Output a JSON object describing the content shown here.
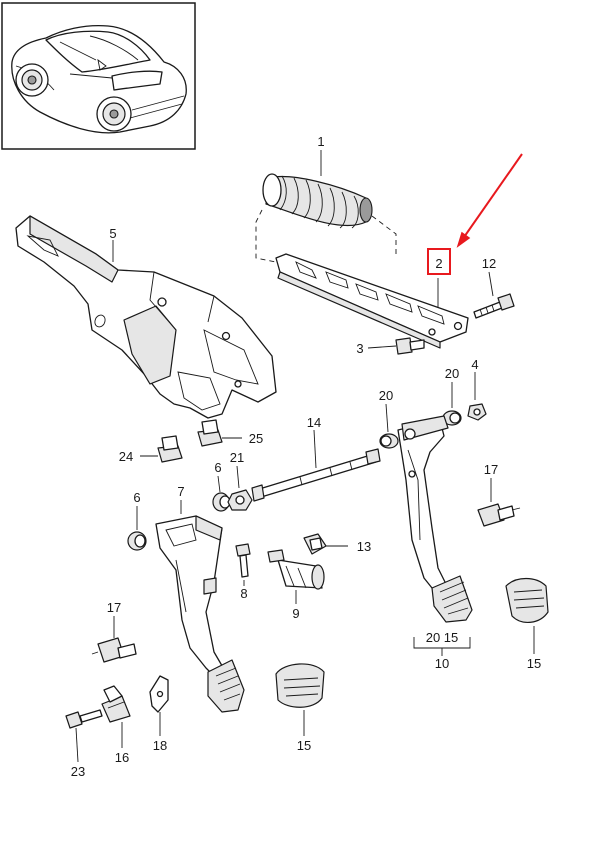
{
  "colors": {
    "ink": "#1a1a1a",
    "highlight": "#e8191e"
  },
  "highlighted_part": "2",
  "callouts": {
    "c1": "1",
    "c2": "2",
    "c3": "3",
    "c4": "4",
    "c5": "5",
    "c6a": "6",
    "c6b": "6",
    "c7": "7",
    "c8": "8",
    "c9": "9",
    "c10": "10",
    "c10_sub": "20 15",
    "c12": "12",
    "c13": "13",
    "c14": "14",
    "c15a": "15",
    "c15b": "15",
    "c15c": "15",
    "c16": "16",
    "c17a": "17",
    "c17b": "17",
    "c18": "18",
    "c20a": "20",
    "c20b": "20",
    "c21": "21",
    "c23": "23",
    "c24": "24",
    "c25": "25"
  }
}
